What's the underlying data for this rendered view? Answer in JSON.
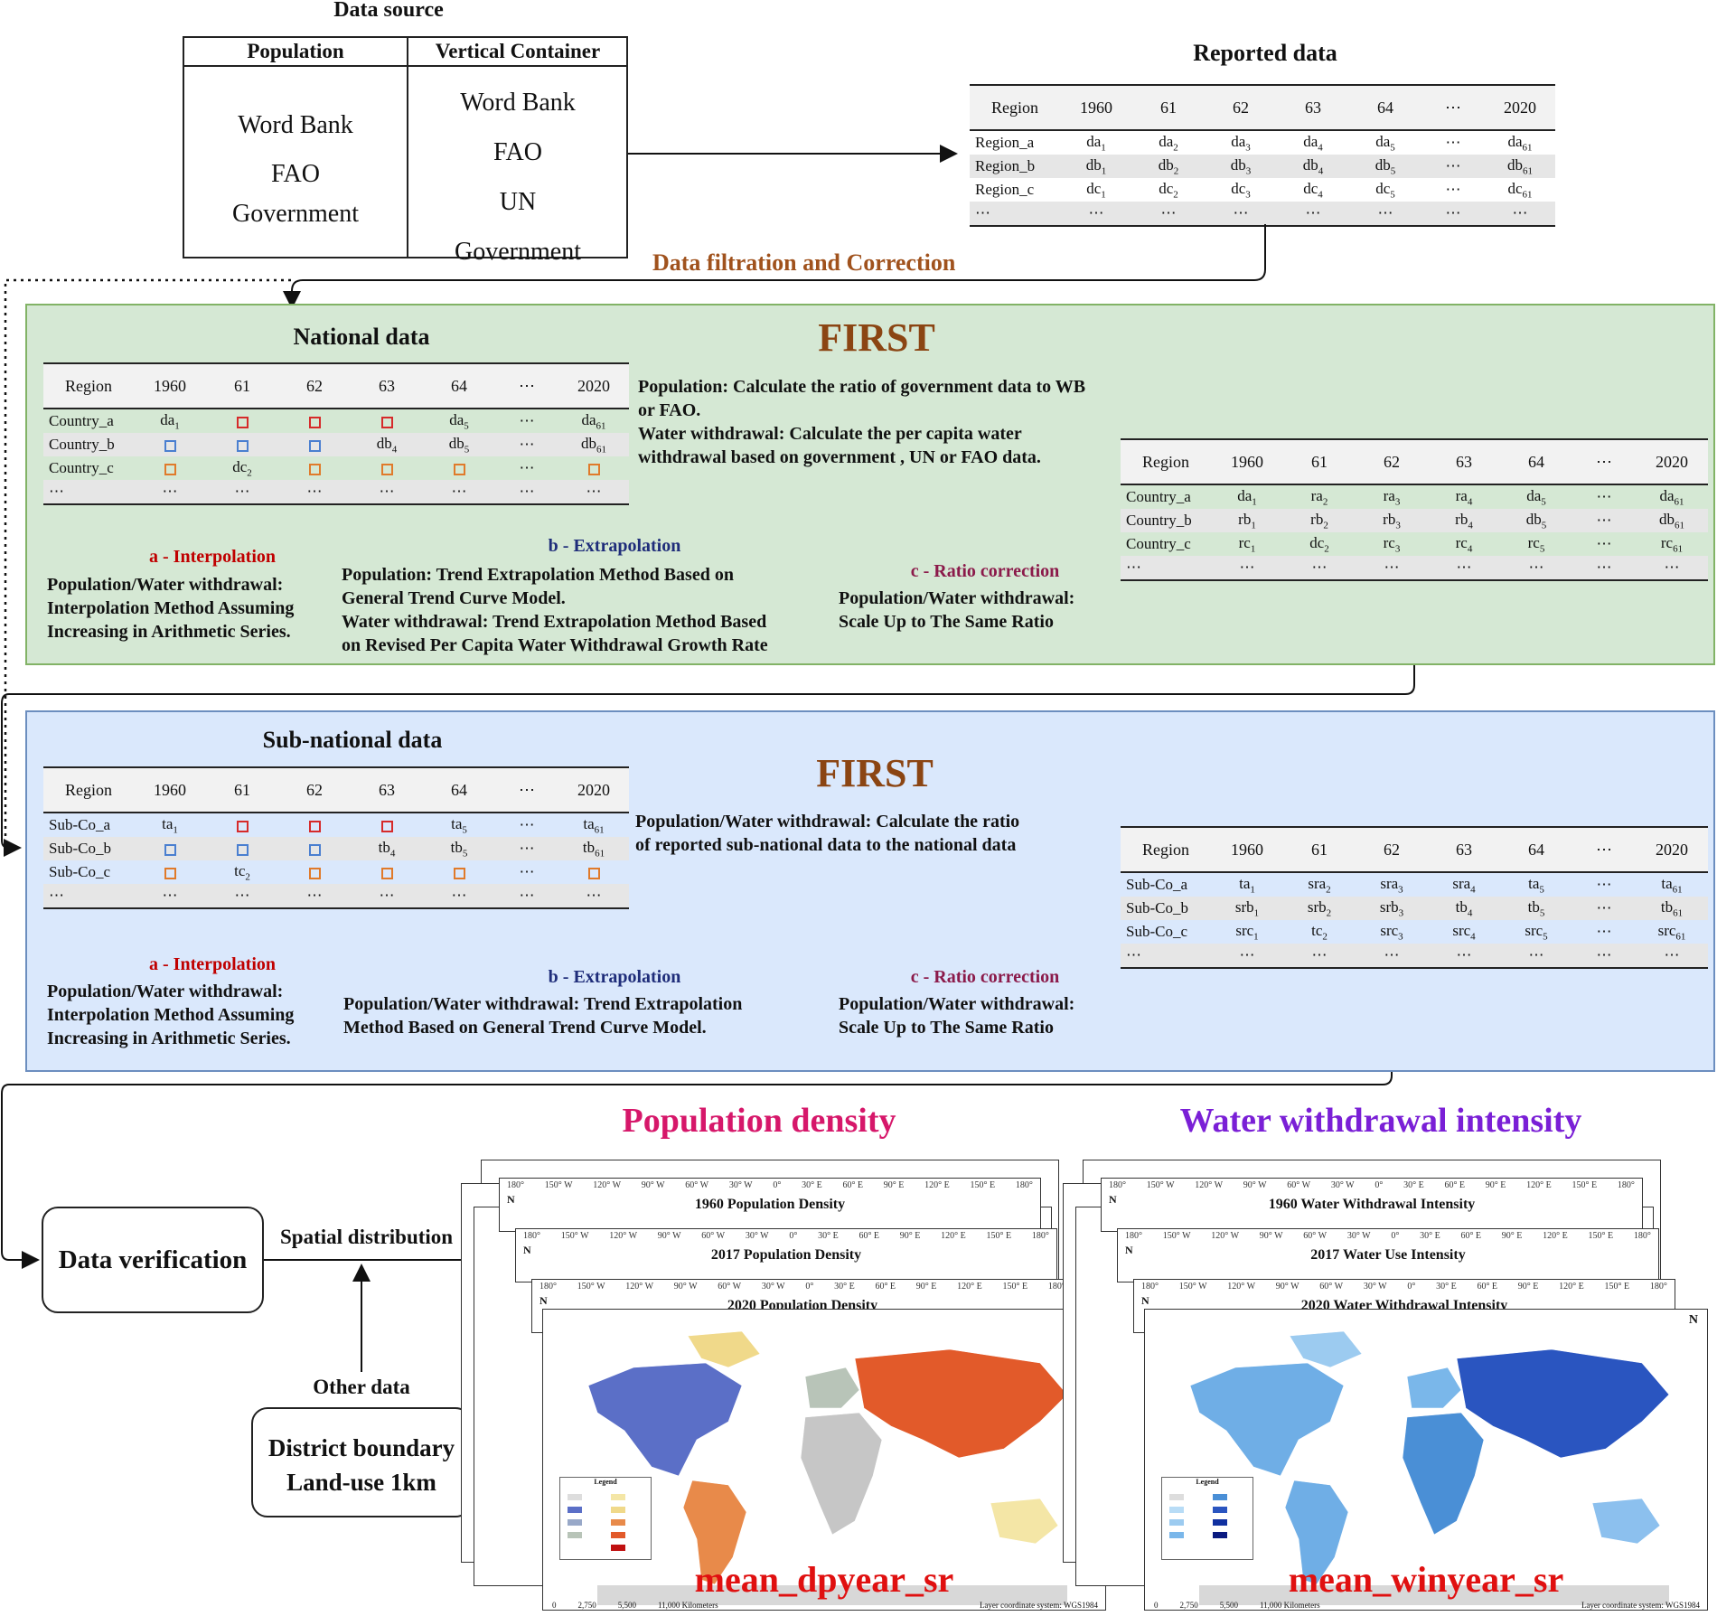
{
  "source": {
    "title": "Data source",
    "col1_header": "Population",
    "col2_header": "Vertical Container",
    "col1_items": [
      "Word Bank",
      "FAO",
      "Government"
    ],
    "col2_items": [
      "Word Bank",
      "FAO",
      "UN",
      "Government"
    ]
  },
  "reported": {
    "title": "Reported data",
    "headers": [
      "Region",
      "1960",
      "61",
      "62",
      "63",
      "64",
      "⋯",
      "2020"
    ],
    "rows": [
      [
        "Region_a",
        "da1",
        "da2",
        "da3",
        "da4",
        "da5",
        "⋯",
        "da61"
      ],
      [
        "Region_b",
        "db1",
        "db2",
        "db3",
        "db4",
        "db5",
        "⋯",
        "db61"
      ],
      [
        "Region_c",
        "dc1",
        "dc2",
        "dc3",
        "dc4",
        "dc5",
        "⋯",
        "dc61"
      ],
      [
        "⋯",
        "⋯",
        "⋯",
        "⋯",
        "⋯",
        "⋯",
        "⋯",
        "⋯"
      ]
    ]
  },
  "filtration_label": "Data filtration and Correction",
  "national": {
    "title": "National data",
    "first": "FIRST",
    "headers": [
      "Region",
      "1960",
      "61",
      "62",
      "63",
      "64",
      "⋯",
      "2020"
    ],
    "rows": [
      [
        "Country_a",
        "da1",
        "#red",
        "#red",
        "#red",
        "da5",
        "⋯",
        "da61"
      ],
      [
        "Country_b",
        "#blue",
        "#blue",
        "#blue",
        "db4",
        "db5",
        "⋯",
        "db61"
      ],
      [
        "Country_c",
        "#orange",
        "dc2",
        "#orange",
        "#orange",
        "#orange",
        "⋯",
        "#orange"
      ],
      [
        "⋯",
        "⋯",
        "⋯",
        "⋯",
        "⋯",
        "⋯",
        "⋯",
        "⋯"
      ]
    ],
    "description": "Population: Calculate the ratio of government data to WB or FAO.\nWater withdrawal: Calculate the per capita water withdrawal based on government , UN or FAO data.",
    "result_headers": [
      "Region",
      "1960",
      "61",
      "62",
      "63",
      "64",
      "⋯",
      "2020"
    ],
    "result_rows": [
      [
        "Country_a",
        "da1",
        "ra2",
        "ra3",
        "ra4",
        "da5",
        "⋯",
        "da61"
      ],
      [
        "Country_b",
        "rb1",
        "rb2",
        "rb3",
        "rb4",
        "db5",
        "⋯",
        "db61"
      ],
      [
        "Country_c",
        "rc1",
        "dc2",
        "rc3",
        "rc4",
        "rc5",
        "⋯",
        "rc61"
      ],
      [
        "⋯",
        "⋯",
        "⋯",
        "⋯",
        "⋯",
        "⋯",
        "⋯",
        "⋯"
      ]
    ],
    "a_title": "a - Interpolation",
    "a_text": "Population/Water withdrawal:\nInterpolation Method Assuming\nIncreasing in Arithmetic Series.",
    "b_title": "b - Extrapolation",
    "b_text": "Population: Trend Extrapolation Method Based on\nGeneral Trend Curve Model.\nWater withdrawal: Trend Extrapolation Method Based\non Revised Per Capita Water Withdrawal Growth Rate",
    "c_title": "c - Ratio correction",
    "c_text": "Population/Water withdrawal:\nScale Up to The Same Ratio"
  },
  "subnational": {
    "title": "Sub-national data",
    "first": "FIRST",
    "headers": [
      "Region",
      "1960",
      "61",
      "62",
      "63",
      "64",
      "⋯",
      "2020"
    ],
    "rows": [
      [
        "Sub-Co_a",
        "ta1",
        "#red",
        "#red",
        "#red",
        "ta5",
        "⋯",
        "ta61"
      ],
      [
        "Sub-Co_b",
        "#blue",
        "#blue",
        "#blue",
        "tb4",
        "tb5",
        "⋯",
        "tb61"
      ],
      [
        "Sub-Co_c",
        "#orange",
        "tc2",
        "#orange",
        "#orange",
        "#orange",
        "⋯",
        "#orange"
      ],
      [
        "⋯",
        "⋯",
        "⋯",
        "⋯",
        "⋯",
        "⋯",
        "⋯",
        "⋯"
      ]
    ],
    "description": "Population/Water withdrawal: Calculate the ratio\nof reported sub-national data to the national data",
    "result_headers": [
      "Region",
      "1960",
      "61",
      "62",
      "63",
      "64",
      "⋯",
      "2020"
    ],
    "result_rows": [
      [
        "Sub-Co_a",
        "ta1",
        "sra2",
        "sra3",
        "sra4",
        "ta5",
        "⋯",
        "ta61"
      ],
      [
        "Sub-Co_b",
        "srb1",
        "srb2",
        "srb3",
        "tb4",
        "tb5",
        "⋯",
        "tb61"
      ],
      [
        "Sub-Co_c",
        "src1",
        "tc2",
        "src3",
        "src4",
        "src5",
        "⋯",
        "src61"
      ],
      [
        "⋯",
        "⋯",
        "⋯",
        "⋯",
        "⋯",
        "⋯",
        "⋯",
        "⋯"
      ]
    ],
    "a_title": "a - Interpolation",
    "a_text": "Population/Water withdrawal:\nInterpolation Method Assuming\nIncreasing in Arithmetic Series.",
    "b_title": "b - Extrapolation",
    "b_text": "Population/Water withdrawal: Trend Extrapolation\nMethod Based on General Trend Curve Model.",
    "c_title": "c - Ratio correction",
    "c_text": "Population/Water withdrawal:\nScale Up to The Same Ratio"
  },
  "verification": {
    "box_label": "Data verification",
    "spatial_label": "Spatial distribution",
    "other_label": "Other data",
    "other_box": "District boundary\nLand-use 1km"
  },
  "maps": {
    "pop_title": "Population density",
    "water_title": "Water withdrawal intensity",
    "pop_cards": [
      "1960 Population Density",
      "2017 Population Density",
      "2020 Population Density"
    ],
    "water_cards": [
      "1960 Water Withdrawal Intensity",
      "2017 Water Use Intensity",
      "2020 Water Withdrawal Intensity"
    ],
    "pop_caption": "mean_dpyear_sr",
    "water_caption": "mean_winyear_sr",
    "lon_ticks": [
      "180°",
      "150° W",
      "120° W",
      "90° W",
      "60° W",
      "30° W",
      "0°",
      "30° E",
      "60° E",
      "90° E",
      "120° E",
      "150° E",
      "180°"
    ],
    "legend_label": "Legend",
    "layer_note": "Layer coordinate system: WGS1984",
    "scale_labels": [
      "0",
      "2,750",
      "5,500",
      "11,000 Kilometers"
    ]
  },
  "colors": {
    "first": "#8b4513",
    "filtration": "#a0521d",
    "green_panel": "#d5e8d4",
    "green_border": "#82b366",
    "blue_panel": "#dae8fc",
    "blue_border": "#6c8ebf",
    "interp": "#c00000",
    "extrap": "#1f2d7a",
    "ratio": "#8b1a4a",
    "pop_title": "#d6176a",
    "water_title": "#7a1fd6",
    "caption": "#e01010"
  }
}
